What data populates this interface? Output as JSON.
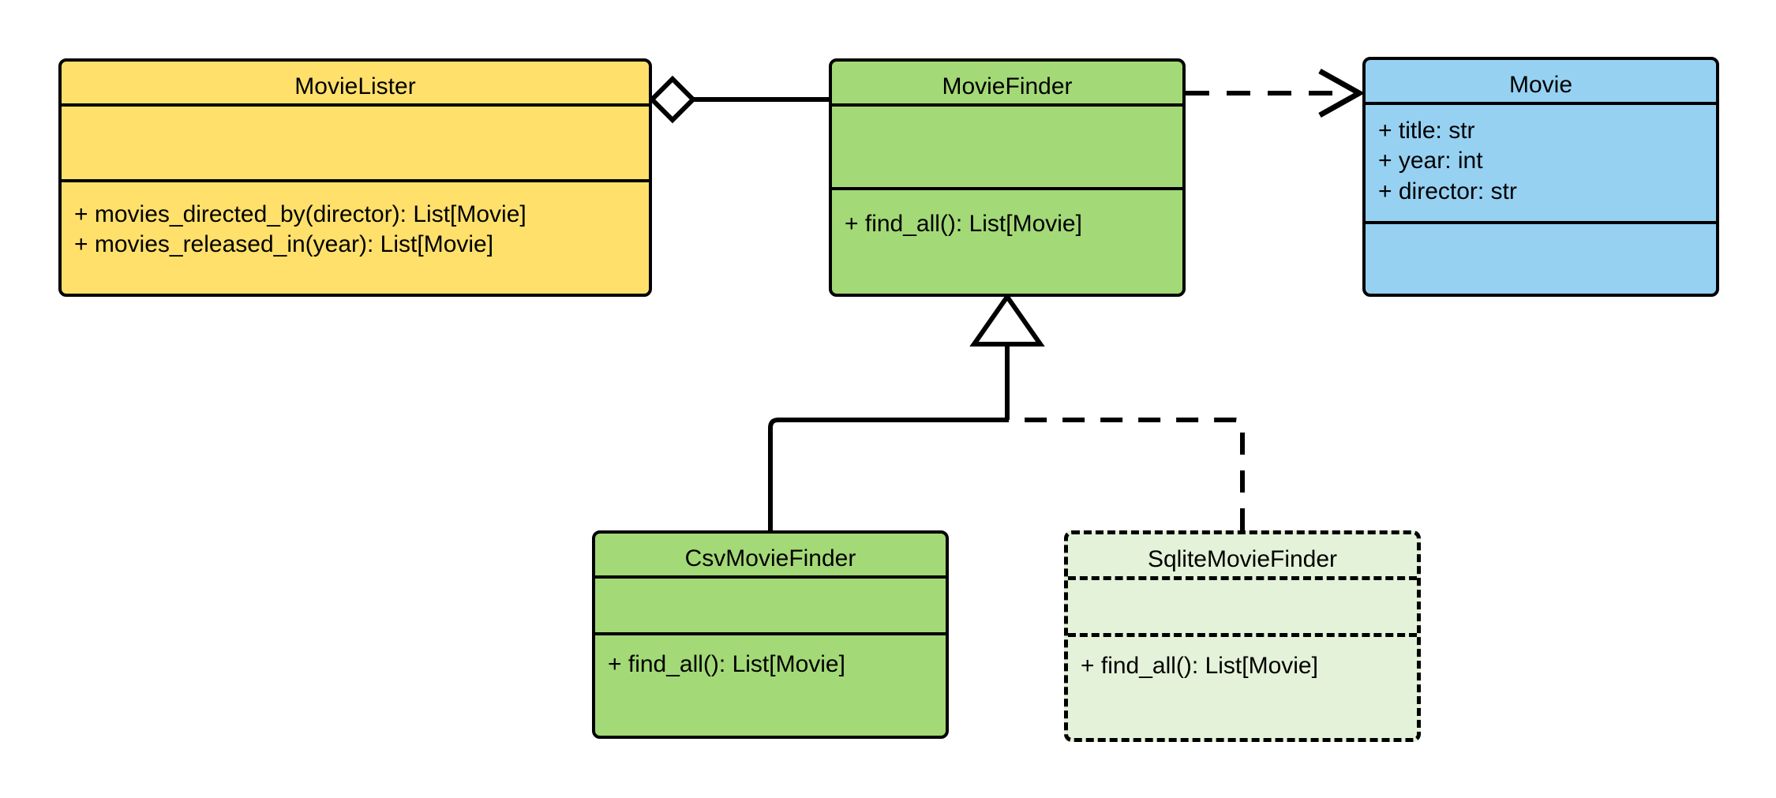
{
  "diagram": {
    "type": "uml-class-diagram",
    "background": "#ffffff",
    "stroke": "#000000"
  },
  "classes": [
    {
      "id": "movielister",
      "name": "MovieLister",
      "fill": "#FFE06B",
      "border": "solid",
      "attributes": [],
      "operations": [
        "+ movies_directed_by(director): List[Movie]",
        "+ movies_released_in(year): List[Movie]"
      ]
    },
    {
      "id": "moviefinder",
      "name": "MovieFinder",
      "fill": "#A3D977",
      "border": "solid",
      "attributes": [],
      "operations": [
        "+ find_all(): List[Movie]"
      ]
    },
    {
      "id": "movie",
      "name": "Movie",
      "fill": "#96D1F2",
      "border": "solid",
      "attributes": [
        "+ title: str",
        "+ year: int",
        "+ director: str"
      ],
      "operations": []
    },
    {
      "id": "csvmoviefinder",
      "name": "CsvMovieFinder",
      "fill": "#A3D977",
      "border": "solid",
      "attributes": [],
      "operations": [
        "+ find_all(): List[Movie]"
      ]
    },
    {
      "id": "sqlitemoviefinder",
      "name": "SqliteMovieFinder",
      "fill": "#E3F2D8",
      "border": "dashed",
      "attributes": [],
      "operations": [
        "+ find_all(): List[Movie]"
      ]
    }
  ],
  "relationships": [
    {
      "id": "aggregation-movielister-moviefinder",
      "kind": "aggregation",
      "from": "MovieLister",
      "to": "MovieFinder",
      "line": "solid",
      "source_marker": "hollow-diamond",
      "target_marker": "none"
    },
    {
      "id": "dependency-moviefinder-movie",
      "kind": "dependency",
      "from": "MovieFinder",
      "to": "Movie",
      "line": "dashed",
      "source_marker": "none",
      "target_marker": "open-arrow"
    },
    {
      "id": "generalization-csvmoviefinder-moviefinder",
      "kind": "generalization",
      "from": "CsvMovieFinder",
      "to": "MovieFinder",
      "line": "solid",
      "source_marker": "none",
      "target_marker": "hollow-triangle"
    },
    {
      "id": "generalization-sqlitemoviefinder-moviefinder",
      "kind": "generalization",
      "from": "SqliteMovieFinder",
      "to": "MovieFinder",
      "line": "dashed",
      "source_marker": "none",
      "target_marker": "hollow-triangle"
    }
  ]
}
